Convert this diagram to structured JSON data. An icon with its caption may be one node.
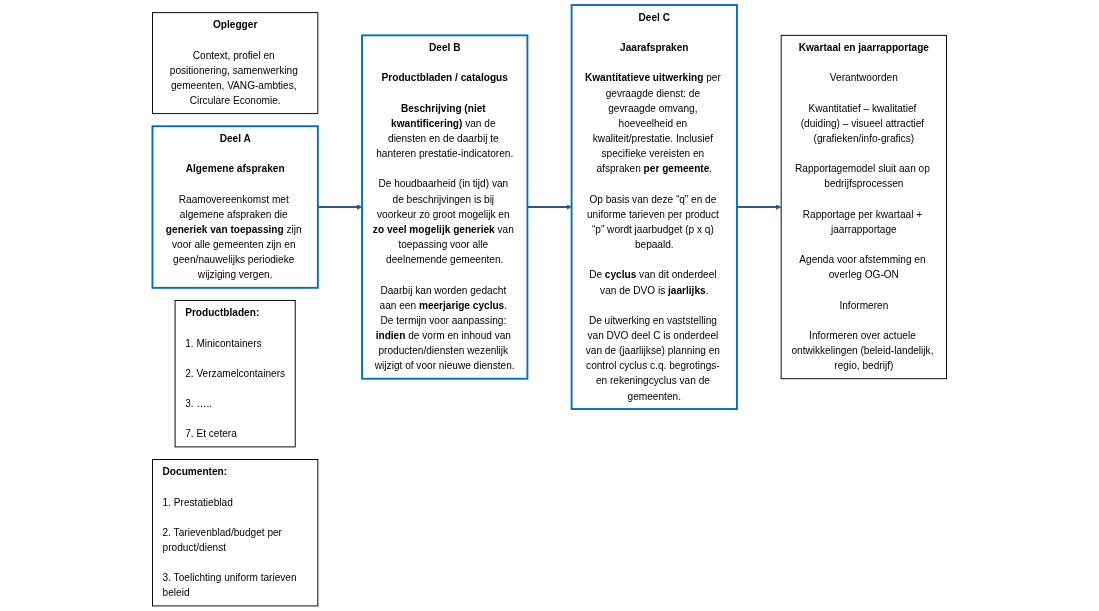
{
  "diagram": {
    "nodes": [
      {
        "text": [
          "Oplegger",
          "Context, profiel en positionering, samenwerking gemeenten, VANG-ambties, Circulare Economie."
        ]
      },
      {
        "text": [
          "Deel A",
          "Algemene afspraken",
          "Raamovereenkomst met algemene afspraken die **generiek van toepassing** zijn voor alle gemeenten zijn en geen/nauwelijks periodieke wijziging vergen."
        ]
      },
      {
        "text": [
          "Deel B",
          "Productbladen / catalogus",
          "**Beschrijving (niet kwantificering)** van de diensten en de daarbij te hanteren prestatie-indicatoren.",
          "De houdbaarheid (in tijd) van de beschrijvingen is bij voorkeur zo groot mogelijk en **zo veel mogelijk generiek** van toepassing voor alle deelnemende gemeenten.",
          "Daarbij kan worden gedacht aan een **meerjarige cyclus**. De termijn voor aanpassing: **indien** de vorm en inhoud van producten/diensten wezenlijk wijzigt of voor nieuwe diensten."
        ]
      },
      {
        "text": [
          "Productbladen:",
          "1. Minicontainers",
          "2. Verzamelcontainers",
          "3. …..",
          "7. Et cetera"
        ]
      },
      {
        "text": [
          "Deel C",
          "Jaarafspraken",
          "**Kwantitatieve uitwerking** per gevraagde dienst: de gevraagde omvang, hoeveelheid en kwaliteit/prestatie. Inclusief specifieke vereisten en afspraken **per gemeente**.",
          "Op basis van deze “q” en de uniforme tarieven per product “p” wordt jaarbudget (p x q) bepaald.",
          "De **cyclus** van dit onderdeel van de DVO is **jaarlijks**.",
          "De uitwerking en vaststelling van DVO deel C is onderdeel van de (jaarlijkse) planning en control cyclus c.q. begrotings- en rekeningcyclus van de gemeenten."
        ]
      },
      {
        "text": [
          "Documenten:",
          "1. Prestatieblad",
          "2. Tarievenblad/budget per product/dienst",
          "3. Toelichting uniform tarieven beleid"
        ]
      },
      {
        "text": [
          "Kwartaal en jaarrapportage",
          "Verantwoorden",
          "Kwantitatief – kwalitatief (duiding) – visueel attractief (grafieken/info-grafics)",
          "Rapportagemodel sluit aan op bedrijfsprocessen",
          "Rapportage per kwartaal + jaarrapportage",
          "Agenda voor afstemming en overleg OG-ON",
          "Informeren",
          "Informeren over actuele ontwikkelingen (beleid-landelijk, regio, bedrijf)"
        ]
      }
    ],
    "edges": [
      {
        "from": 1,
        "to": 2,
        "arrow": "to"
      },
      {
        "from": 2,
        "to": 4,
        "arrow": "to"
      },
      {
        "from": 4,
        "to": 6,
        "arrow": "to"
      }
    ]
  }
}
